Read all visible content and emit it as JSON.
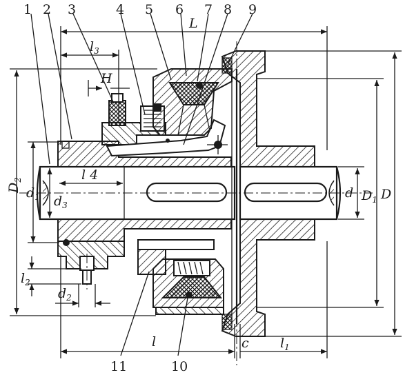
{
  "diagram": {
    "part_numbers": [
      "1",
      "2",
      "3",
      "4",
      "5",
      "6",
      "7",
      "8",
      "9",
      "10",
      "11"
    ],
    "dimensions": {
      "L": "L",
      "l3": "l",
      "l3_sub": "3",
      "H": "H",
      "l4": "l 4",
      "d1": "d",
      "d1_sub": "1",
      "d3": "d",
      "d3_sub": "3",
      "D2": "D",
      "D2_sub": "2",
      "l2": "l",
      "l2_sub": "2",
      "d2": "d",
      "d2_sub": "2",
      "l": "l",
      "c": "c",
      "l1": "l",
      "l1_sub": "1",
      "d": "d",
      "D1": "D",
      "D1_sub": "1",
      "D": "D"
    }
  }
}
